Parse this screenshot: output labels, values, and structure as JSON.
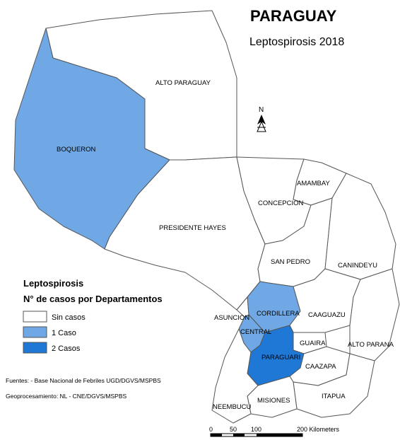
{
  "map": {
    "title": "PARAGUAY",
    "subtitle": "Leptospirosis 2018",
    "north_letter": "N",
    "colors": {
      "sin_casos": "#ffffff",
      "un_caso": "#6fa8e4",
      "dos_casos": "#1f78d6",
      "outline": "#555555"
    },
    "departments": {
      "boqueron": {
        "label": "BOQUERON",
        "cases": 1
      },
      "alto_paraguay": {
        "label": "ALTO PARAGUAY",
        "cases": 0
      },
      "presidente_hayes": {
        "label": "PRESIDENTE HAYES",
        "cases": 0
      },
      "concepcion": {
        "label": "CONCEPCION",
        "cases": 0
      },
      "amambay": {
        "label": "AMAMBAY",
        "cases": 0
      },
      "san_pedro": {
        "label": "SAN PEDRO",
        "cases": 0
      },
      "canindeyu": {
        "label": "CANINDEYU",
        "cases": 0
      },
      "cordillera": {
        "label": "CORDILLERA",
        "cases": 1
      },
      "asuncion": {
        "label": "ASUNCION",
        "cases": 0
      },
      "central": {
        "label": "CENTRAL",
        "cases": 1
      },
      "caaguazu": {
        "label": "CAAGUAZU",
        "cases": 0
      },
      "alto_parana": {
        "label": "ALTO PARANA",
        "cases": 0
      },
      "guaira": {
        "label": "GUAIRA",
        "cases": 0
      },
      "paraguari": {
        "label": "PARAGUARI",
        "cases": 2
      },
      "caazapa": {
        "label": "CAAZAPA",
        "cases": 0
      },
      "itapua": {
        "label": "ITAPUA",
        "cases": 0
      },
      "misiones": {
        "label": "MISIONES",
        "cases": 0
      },
      "neembucu": {
        "label": "NEEMBUCU",
        "cases": 0
      }
    }
  },
  "legend": {
    "title": "Leptospirosis",
    "subtitle": "N° de casos por Departamentos",
    "items": [
      {
        "label": "Sin casos",
        "color": "#ffffff"
      },
      {
        "label": "1 Caso",
        "color": "#6fa8e4"
      },
      {
        "label": "2 Casos",
        "color": "#1f78d6"
      }
    ]
  },
  "notes": {
    "fuentes": "Fuentes: - Base Nacional de Febriles UGD/DGVS/MSPBS",
    "geoprocesamiento": "Geoprocesamiento: NL - CNE/DGVS/MSPBS"
  },
  "scale": {
    "ticks": [
      "0",
      "50",
      "100",
      "200 Kilometers"
    ]
  }
}
